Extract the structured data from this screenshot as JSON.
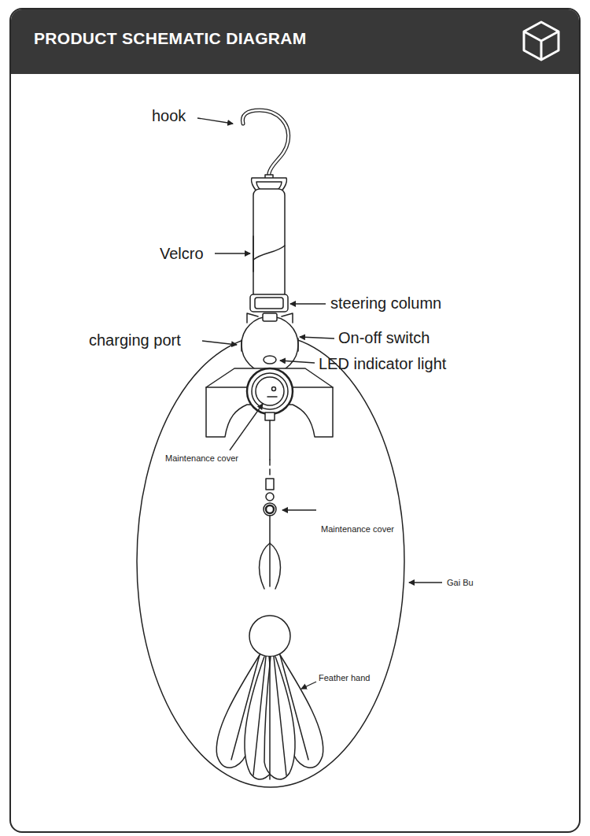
{
  "diagram": {
    "title": "PRODUCT SCHEMATIC DIAGRAM",
    "labels": [
      "hook",
      "Velcro",
      "steering column",
      "charging port",
      "On-off switch",
      "LED indicator light",
      "Maintenance cover",
      "Maintenance cover",
      "Gai Bu",
      "Feather hand"
    ]
  }
}
